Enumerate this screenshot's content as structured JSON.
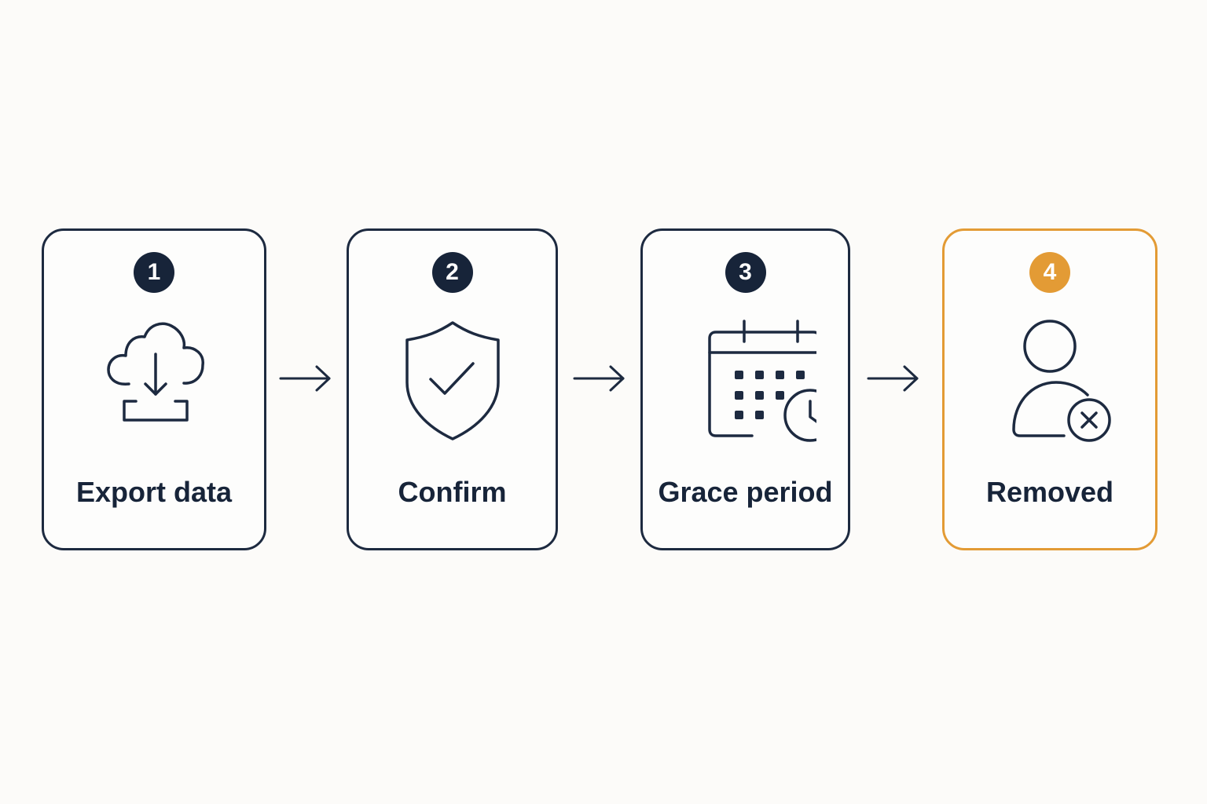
{
  "steps": [
    {
      "number": "1",
      "label": "Export data",
      "icon": "cloud-download-icon"
    },
    {
      "number": "2",
      "label": "Confirm",
      "icon": "shield-check-icon"
    },
    {
      "number": "3",
      "label": "Grace period",
      "icon": "calendar-clock-icon"
    },
    {
      "number": "4",
      "label": "Removed",
      "icon": "user-remove-icon"
    }
  ],
  "colors": {
    "primary": "#172439",
    "accent": "#e39b35",
    "background": "#fcfbf9"
  }
}
